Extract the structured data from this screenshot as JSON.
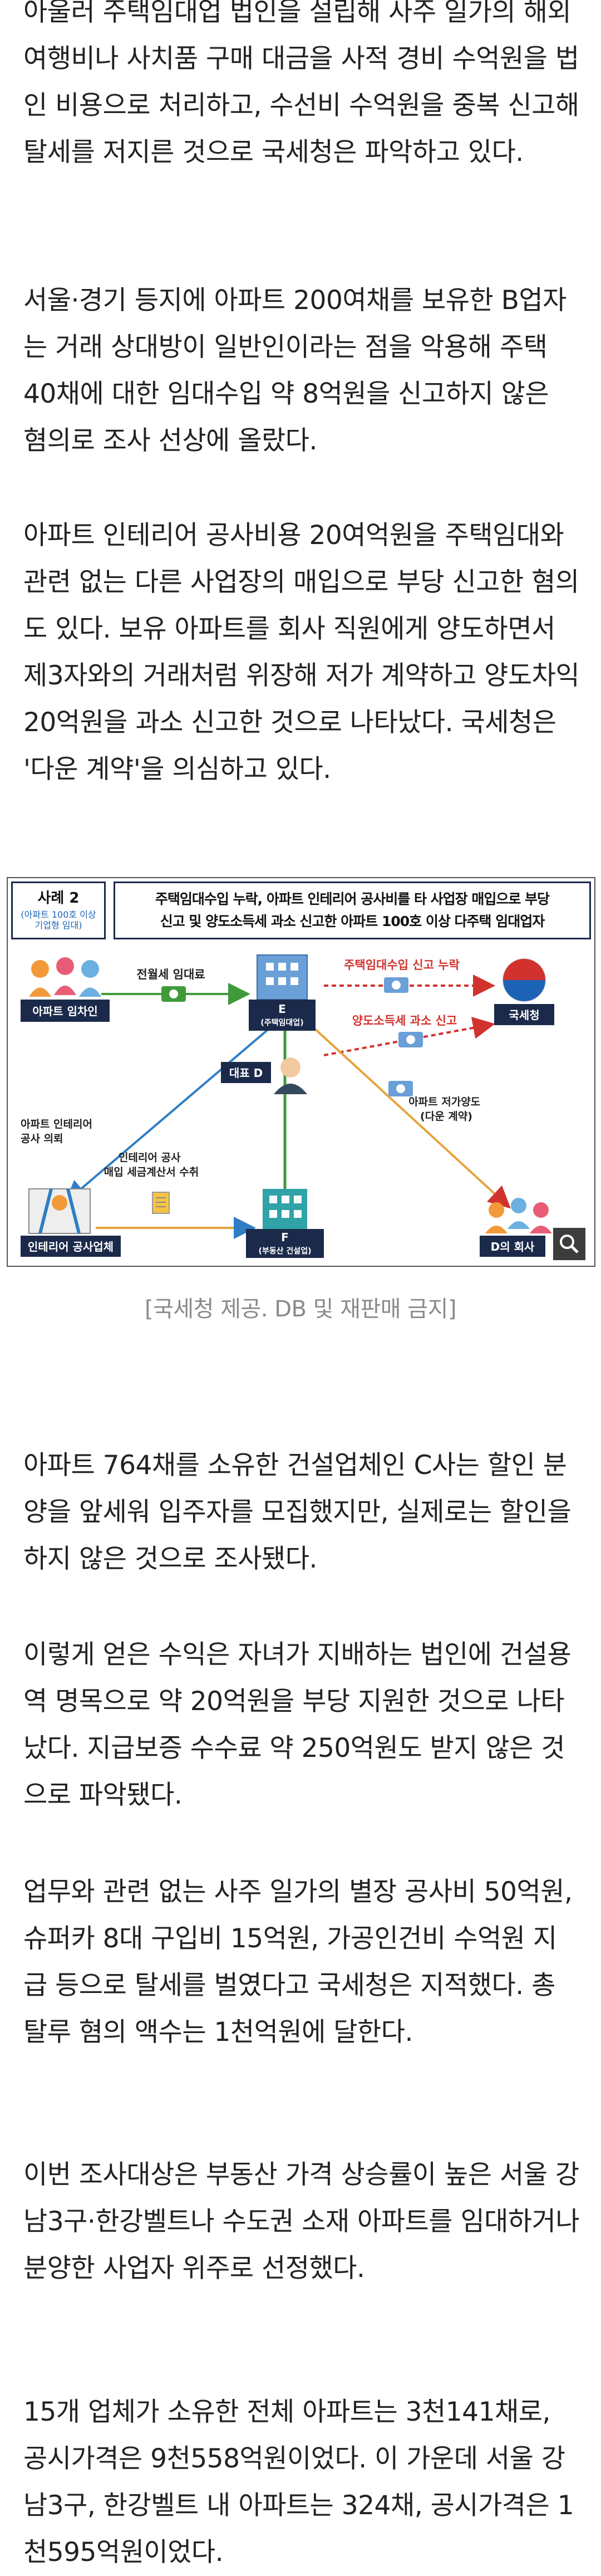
{
  "paragraphs": [
    "아울러 주택임대업 법인을 설립해 사주 일가의 해외 여행비나 사치품 구매 대금을 사적 경비 수억원을 법인 비용으로 처리하고, 수선비 수억원을 중복 신고해 탈세를 저지른 것으로 국세청은 파악하고 있다.",
    "서울·경기 등지에 아파트 200여채를 보유한 B업자는 거래 상대방이 일반인이라는 점을 악용해 주택 40채에 대한 임대수입 약 8억원을 신고하지 않은 혐의로 조사 선상에 올랐다.",
    "아파트 인테리어 공사비용 20여억원을 주택임대와 관련 없는 다른 사업장의 매입으로 부당 신고한 혐의도 있다. 보유 아파트를 회사 직원에게 양도하면서 제3자와의 거래처럼 위장해 저가 계약하고 양도차익 20억원을 과소 신고한 것으로 나타났다. 국세청은 '다운 계약'을 의심하고 있다.",
    "아파트 764채를 소유한 건설업체인 C사는 할인 분양을 앞세워 입주자를 모집했지만, 실제로는 할인을 하지 않은 것으로 조사됐다.",
    "이렇게 얻은 수익은 자녀가 지배하는 법인에 건설용역 명목으로 약 20억원을 부당 지원한 것으로 나타났다. 지급보증 수수료 약 250억원도 받지 않은 것으로 파악됐다.",
    "업무와 관련 없는 사주 일가의 별장 공사비 50억원, 슈퍼카 8대 구입비 15억원, 가공인건비 수억원 지급 등으로 탈세를 벌였다고 국세청은 지적했다. 총 탈루 혐의 액수는 1천억원에 달한다.",
    "이번 조사대상은 부동산 가격 상승률이 높은 서울 강남3구·한강벨트나 수도권 소재 아파트를 임대하거나 분양한 사업자 위주로 선정했다.",
    "15개 업체가 소유한 전체 아파트는 3천141채로, 공시가격은 9천558억원이었다. 이 가운데 서울 강남3구, 한강벨트 내 아파트는 324채, 공시가격은 1천595억원이었다."
  ],
  "figure": {
    "case_title": "사례 2",
    "case_sub": "(아파트 100호 이상\n기업형 임대)",
    "banner": "주택임대수입 누락, 아파트 인테리어 공사비를 타 사업장 매입으로 부당\n신고 및 양도소득세 과소 신고한 아파트 100호 이상 다주택 임대업자",
    "nodes": {
      "tenant": "아파트 임차인",
      "company": "E",
      "company_sub": "(주택임대업)",
      "nts": "국세청",
      "ceo": "대표 D",
      "interior": "인테리어 공사업체",
      "builder": "F",
      "builder_sub": "(부동산 건설업)",
      "employee": "D의 회사"
    },
    "labels": {
      "rent": "전월세 임대료",
      "omission": "주택임대수입 신고 누락",
      "interior_request": "아파트 인테리어\n공사 의뢰",
      "invoice": "인테리어 공사\n매입 세금계산서 수취",
      "capital_gains": "양도소득세 과소 신고",
      "transfer": "아파트 저가양도\n(다운 계약)"
    },
    "colors": {
      "navy": "#1b2a4a",
      "red": "#d2322d",
      "green": "#3f9b3a",
      "blue": "#2f7ec4",
      "orange": "#e8a33d"
    }
  },
  "caption": "[국세청 제공. DB 및 재판매 금지]"
}
